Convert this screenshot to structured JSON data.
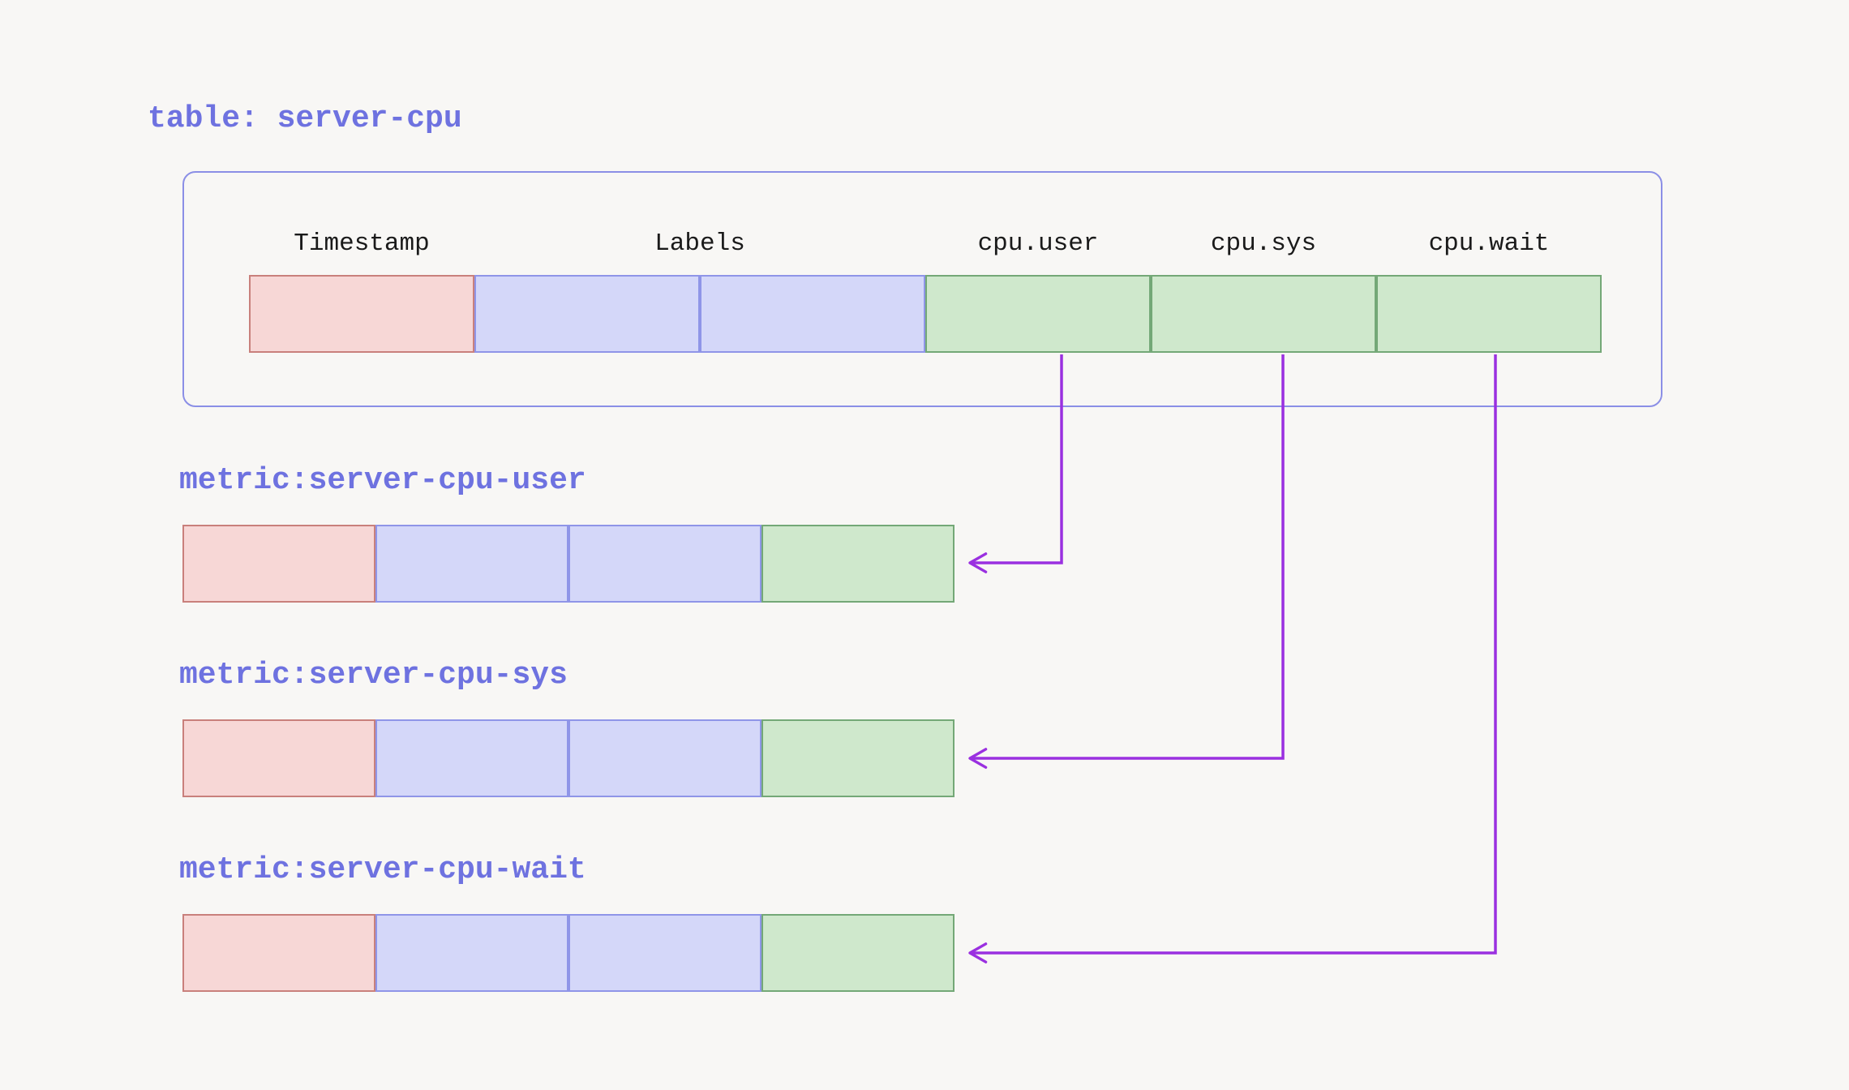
{
  "table": {
    "title": "table: server-cpu",
    "headers": [
      "Timestamp",
      "Labels",
      "cpu.user",
      "cpu.sys",
      "cpu.wait"
    ],
    "row_cells": [
      "timestamp",
      "labels",
      "labels",
      "field",
      "field",
      "field"
    ]
  },
  "metrics": [
    {
      "label": "metric:server-cpu-user",
      "row_cells": [
        "timestamp",
        "labels",
        "labels",
        "field"
      ]
    },
    {
      "label": "metric:server-cpu-sys",
      "row_cells": [
        "timestamp",
        "labels",
        "labels",
        "field"
      ]
    },
    {
      "label": "metric:server-cpu-wait",
      "row_cells": [
        "timestamp",
        "labels",
        "labels",
        "field"
      ]
    }
  ],
  "connections": [
    {
      "from": "cpu.user",
      "to": "metric:server-cpu-user"
    },
    {
      "from": "cpu.sys",
      "to": "metric:server-cpu-sys"
    },
    {
      "from": "cpu.wait",
      "to": "metric:server-cpu-wait"
    }
  ],
  "colors": {
    "bg": "#f8f7f5",
    "title": "#6e72e0",
    "box_border": "#8b8fe6",
    "header_text": "#1a1a1a",
    "timestamp_fill": "#f7d7d6",
    "timestamp_border": "#c9807c",
    "labels_fill": "#d4d7f9",
    "labels_border": "#8f95e8",
    "field_fill": "#cfe8cc",
    "field_border": "#74a877",
    "arrow": "#9a30e0"
  }
}
